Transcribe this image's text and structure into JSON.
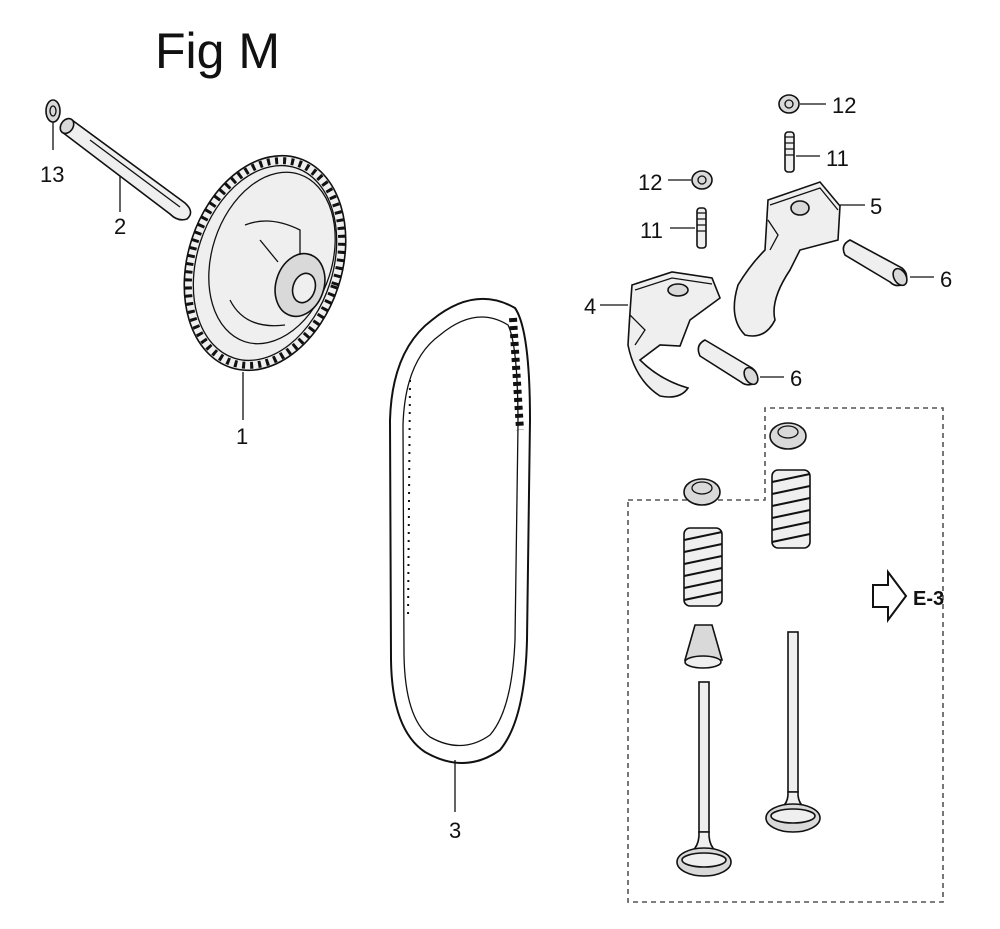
{
  "title": "Fig M",
  "reference": "E-3",
  "labels": {
    "p1": "1",
    "p2": "2",
    "p3": "3",
    "p4": "4",
    "p5": "5",
    "p6a": "6",
    "p6b": "6",
    "p11a": "11",
    "p11b": "11",
    "p12a": "12",
    "p12b": "12",
    "p13": "13"
  },
  "icons": {
    "reference_arrow": "outline-right-arrow-icon"
  }
}
